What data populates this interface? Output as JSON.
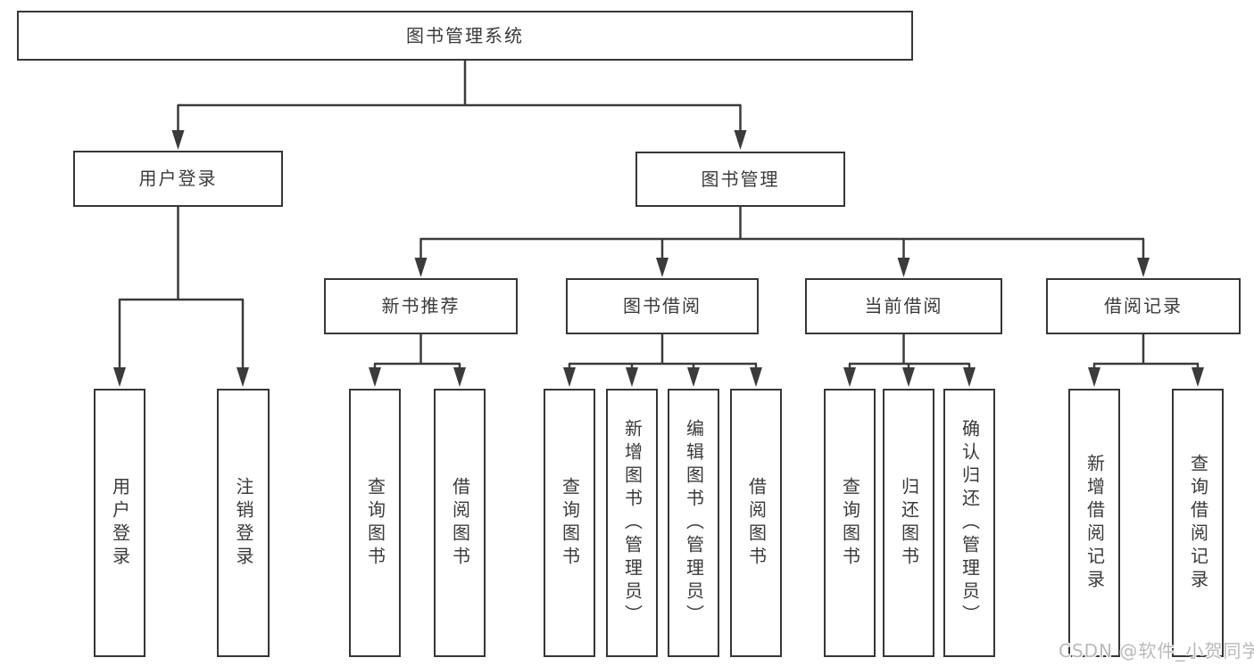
{
  "watermark": "CSDN @软件_小贺同学",
  "colors": {
    "line": "#3b3b3b",
    "border": "#363636",
    "text": "#3a3a3a",
    "watermark": "#b9b9b9"
  },
  "tree": {
    "root": "图书管理系统",
    "children": [
      {
        "label": "用户登录",
        "leaves": [
          "用户登录",
          "注销登录"
        ]
      },
      {
        "label": "图书管理",
        "children": [
          {
            "label": "新书推荐",
            "leaves": [
              "查询图书",
              "借阅图书"
            ]
          },
          {
            "label": "图书借阅",
            "leaves": [
              "查询图书",
              "新增图书（管理员）",
              "编辑图书（管理员）",
              "借阅图书"
            ]
          },
          {
            "label": "当前借阅",
            "leaves": [
              "查询图书",
              "归还图书",
              "确认归还（管理员）"
            ]
          },
          {
            "label": "借阅记录",
            "leaves": [
              "新增借阅记录",
              "查询借阅记录"
            ]
          }
        ]
      }
    ]
  }
}
